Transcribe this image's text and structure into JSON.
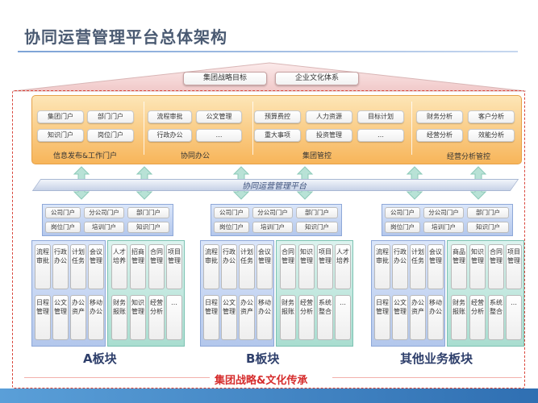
{
  "title": "协同运营管理平台总体架构",
  "roof": {
    "strategy": "集团战略目标",
    "culture": "企业文化体系"
  },
  "top_groups": [
    {
      "label": "信息发布&工作门户",
      "items": [
        "集团门户",
        "部门门户",
        "知识门户",
        "岗位门户"
      ]
    },
    {
      "label": "协同办公",
      "items": [
        "流程审批",
        "公文管理",
        "行政办公",
        "…"
      ]
    },
    {
      "label": "集团管控",
      "items": [
        "预算费控",
        "人力资源",
        "目标计划",
        "重大事项",
        "投资管理",
        "…"
      ]
    },
    {
      "label": "经营分析管控",
      "items": [
        "财务分析",
        "客户分析",
        "经营分析",
        "效能分析"
      ]
    }
  ],
  "platform": "协同运营管理平台",
  "blocks": [
    {
      "label": "A板块",
      "portals": [
        "公司门户",
        "分公司门户",
        "部门门户",
        "岗位门户",
        "培训门户",
        "知识门户"
      ],
      "office": [
        "流程审批",
        "行政办公",
        "计划任务",
        "会议管理",
        "日程管理",
        "公文管理",
        "办公资产",
        "移动办公"
      ],
      "business": [
        "人才培养",
        "招商管理",
        "合同管理",
        "项目管理",
        "财务报账",
        "知识管理",
        "经营分析",
        "…"
      ]
    },
    {
      "label": "B板块",
      "portals": [
        "公司门户",
        "分公司门户",
        "部门门户",
        "岗位门户",
        "培训门户",
        "知识门户"
      ],
      "office": [
        "流程审批",
        "行政办公",
        "计划任务",
        "会议管理",
        "日程管理",
        "公文管理",
        "办公资产",
        "移动办公"
      ],
      "business": [
        "合同管理",
        "知识管理",
        "项目管理",
        "人才培养",
        "财务报账",
        "经营分析",
        "系统整合",
        "…"
      ]
    },
    {
      "label": "其他业务板块",
      "portals": [
        "公司门户",
        "分公司门户",
        "部门门户",
        "岗位门户",
        "培训门户",
        "知识门户"
      ],
      "office": [
        "流程审批",
        "行政办公",
        "计划任务",
        "会议管理",
        "日程管理",
        "公文管理",
        "办公资产",
        "移动办公"
      ],
      "business": [
        "商品管理",
        "知识管理",
        "合同管理",
        "项目管理",
        "财务报账",
        "经营分析",
        "系统整合",
        "…"
      ]
    }
  ],
  "footer": "集团战略&文化传承",
  "colors": {
    "frame": "#d9463b",
    "orange": "#f7b55a",
    "blue": "#b3c7ec",
    "green": "#a9ddd0",
    "footer": "#d62d2d"
  }
}
